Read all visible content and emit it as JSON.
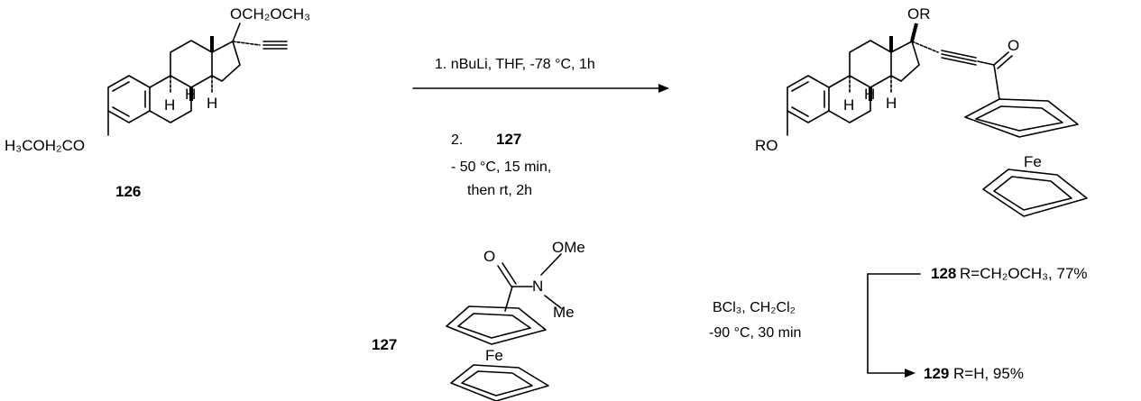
{
  "compound_126": {
    "number": "126",
    "left_group": "H₃COH₂CO",
    "top_group": "OCH₂OCH₃",
    "h_labels": [
      "H",
      "H",
      "H"
    ]
  },
  "compound_127": {
    "number": "127",
    "carbonyl_o": "O",
    "nitrogen": "N",
    "ome": "OMe",
    "me": "Me",
    "iron": "Fe"
  },
  "product": {
    "left_group": "RO",
    "top_group": "OR",
    "carbonyl_o": "O",
    "iron": "Fe",
    "h_labels": [
      "H",
      "H",
      "H"
    ]
  },
  "reaction_arrow": {
    "step1": "1. nBuLi, THF, -78 °C, 1h",
    "step2_prefix": "2.",
    "step2_reagent": "127",
    "step2_line2": "- 50 °C, 15 min,",
    "step2_line3": "then rt, 2h"
  },
  "deprotection": {
    "reagents": "BCl₃, CH₂Cl₂",
    "conditions": "-90 °C, 30 min"
  },
  "product_128": {
    "number": "128",
    "desc": "R=CH₂OCH₃, 77%"
  },
  "product_129": {
    "number": "129",
    "desc": "R=H, 95%"
  }
}
